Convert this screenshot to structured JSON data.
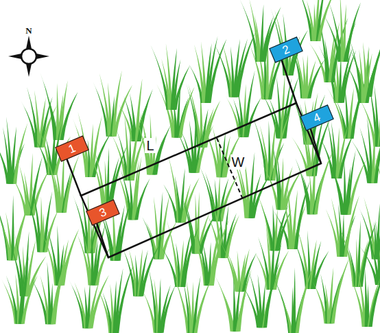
{
  "diagram": {
    "nodes": [
      {
        "text": [
          "1"
        ]
      },
      {
        "text": [
          "2"
        ]
      },
      {
        "text": [
          "3"
        ]
      },
      {
        "text": [
          "4"
        ]
      }
    ],
    "labels": [
      "N",
      "L",
      "W"
    ]
  }
}
